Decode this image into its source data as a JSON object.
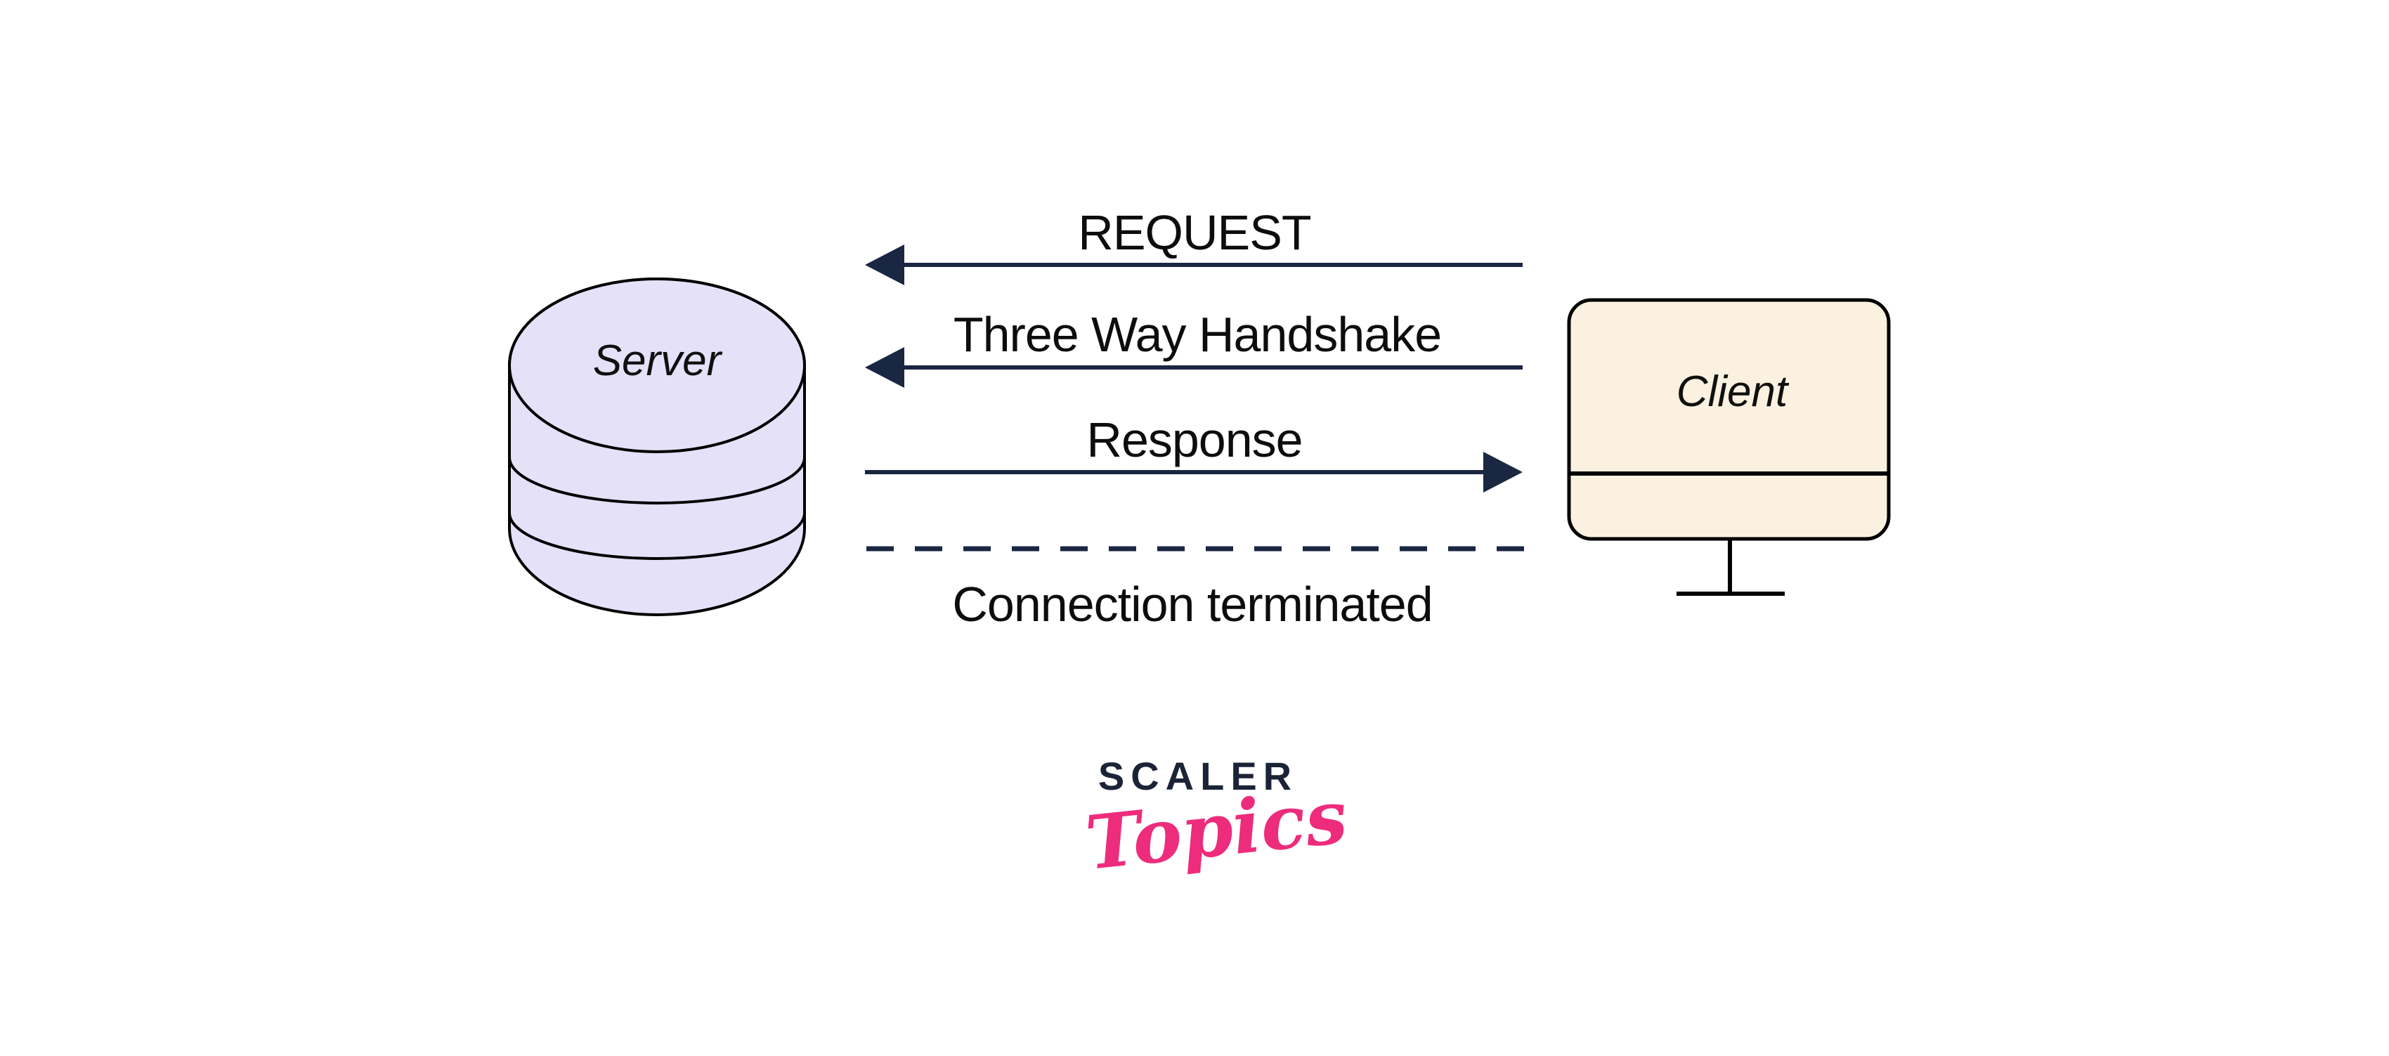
{
  "diagram": {
    "server": {
      "label": "Server",
      "fill_color": "#e4e1f8",
      "outline_color": "#000000"
    },
    "client": {
      "label": "Client",
      "fill_color": "#fbf1e0",
      "outline_color": "#000000"
    },
    "messages": [
      {
        "label": "REQUEST",
        "direction": "right-to-left",
        "line_style": "solid"
      },
      {
        "label": "Three Way Handshake",
        "direction": "right-to-left",
        "line_style": "solid"
      },
      {
        "label": "Response",
        "direction": "left-to-right",
        "line_style": "solid"
      },
      {
        "label": "Connection terminated",
        "direction": "none",
        "line_style": "dashed"
      }
    ],
    "arrow_color": "#1a2742"
  },
  "branding": {
    "brand": "SCALER",
    "sub_brand": "Topics",
    "brand_color": "#1b2437",
    "sub_brand_color": "#ee2c7c"
  }
}
